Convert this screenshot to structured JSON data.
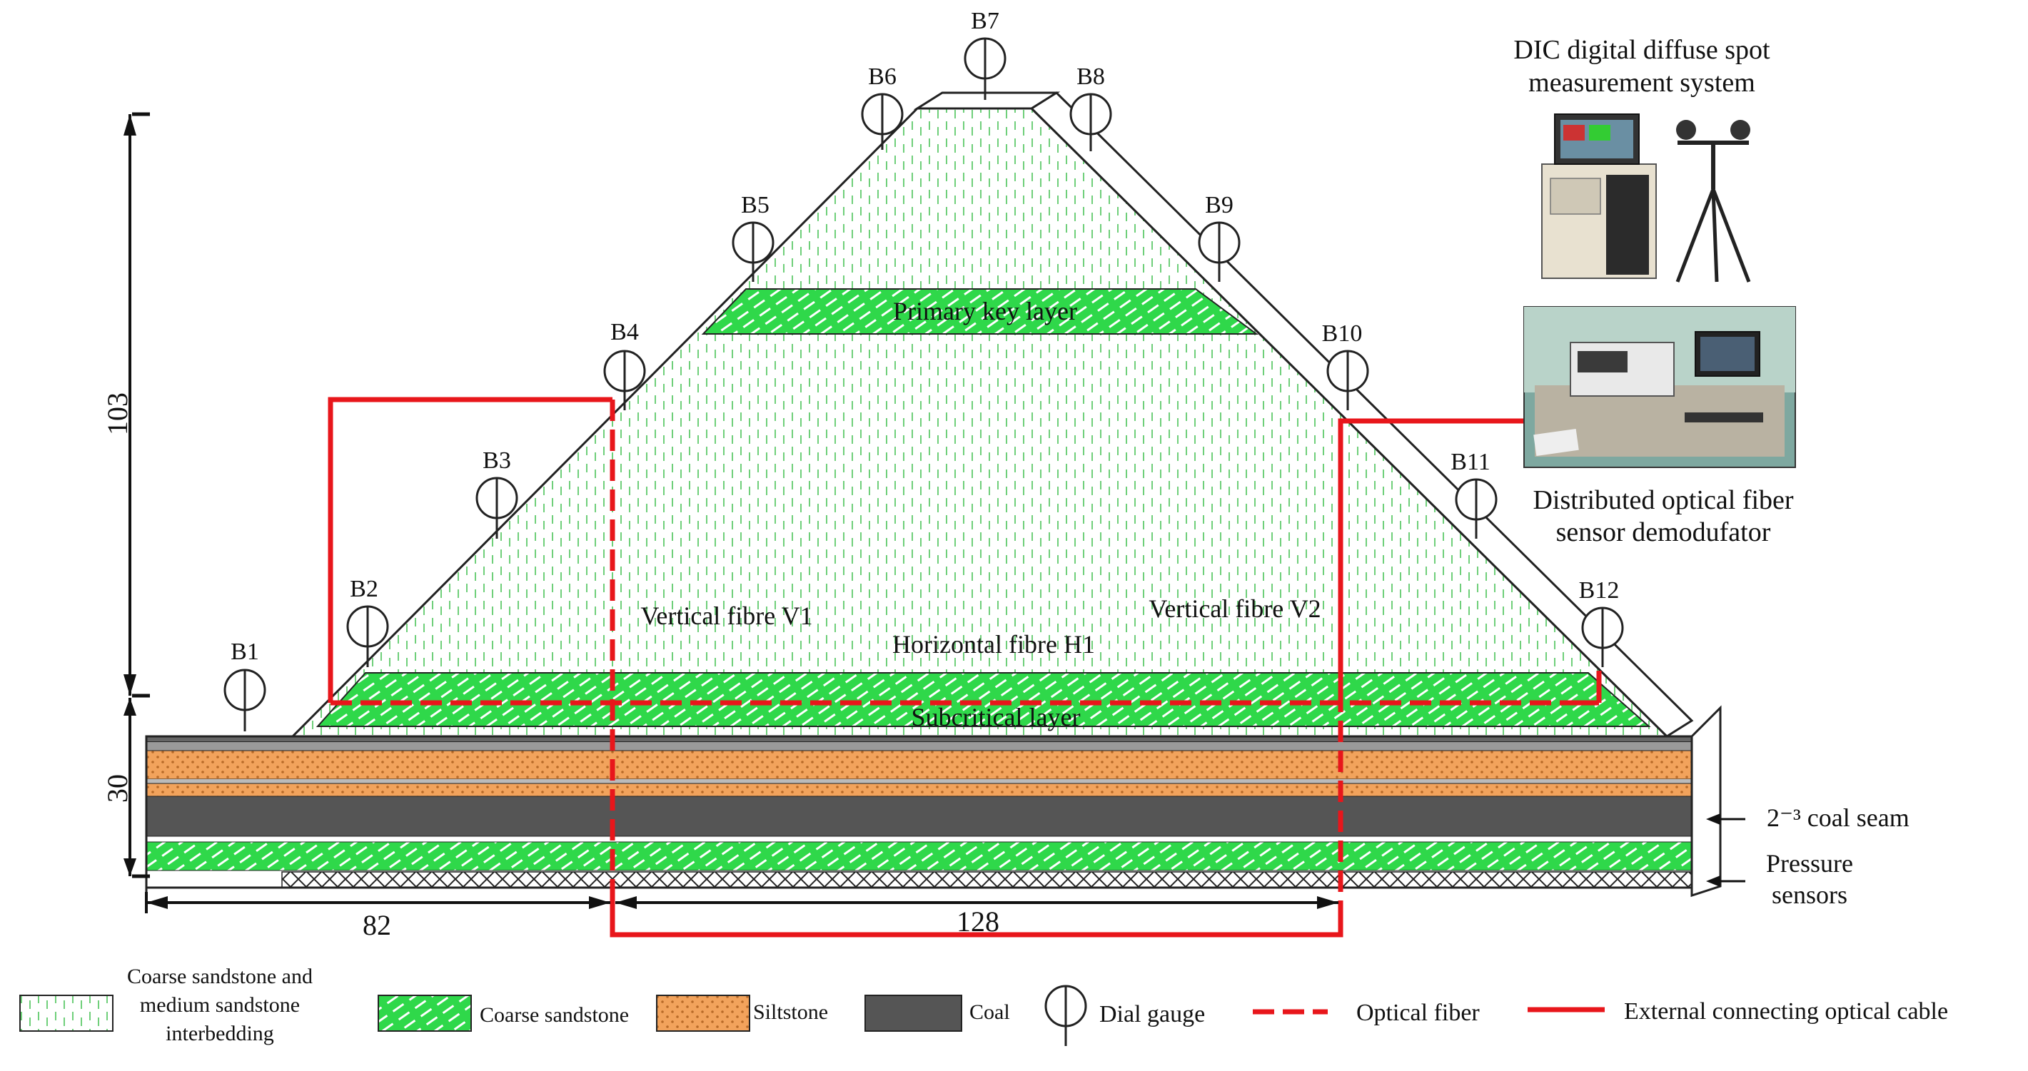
{
  "dial_gauges": [
    "B1",
    "B2",
    "B3",
    "B4",
    "B5",
    "B6",
    "B7",
    "B8",
    "B9",
    "B10",
    "B11",
    "B12"
  ],
  "dimensions": {
    "height_total": "103",
    "height_base": "30",
    "width_left": "82",
    "width_mid": "128"
  },
  "layers": {
    "primary_key": "Primary key layer",
    "subcritical": "Subcritical layer"
  },
  "fibres": {
    "vertical_1": "Vertical fibre V1",
    "vertical_2": "Vertical fibre V2",
    "horizontal_1": "Horizontal fibre H1"
  },
  "side_labels": {
    "coal_seam": "2⁻³ coal seam",
    "pressure_line1": "Pressure",
    "pressure_line2": "sensors"
  },
  "panels": {
    "dic_line1": "DIC digital diffuse spot",
    "dic_line2": "measurement system",
    "demod_line1": "Distributed optical fiber",
    "demod_line2": "sensor demodufator"
  },
  "legend": {
    "interbed_line1": "Coarse sandstone and",
    "interbed_line2": "medium sandstone",
    "interbed_line3": "interbedding",
    "coarse": "Coarse sandstone",
    "siltstone": "Siltstone",
    "coal": "Coal",
    "dial_gauge": "Dial gauge",
    "optical_fiber": "Optical fiber",
    "external_cable": "External connecting optical cable"
  },
  "colors": {
    "fibre_red": "#e8161b",
    "interbed_green": "#8ee08e",
    "coarse_green": "#2fd84a",
    "siltstone_orange": "#f2a35c",
    "coal_gray": "#555555"
  }
}
